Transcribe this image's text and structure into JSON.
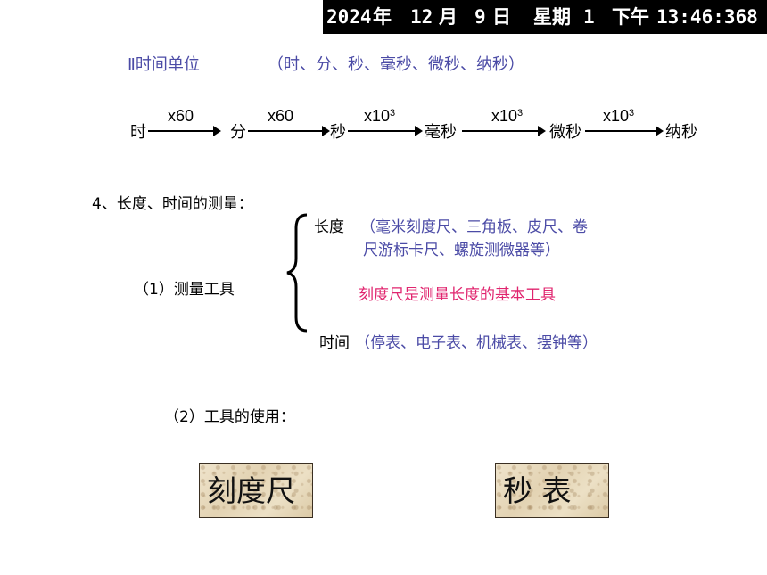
{
  "clock": {
    "year": "2024",
    "year_unit": "年",
    "month": "12",
    "month_unit": "月",
    "day": "9",
    "day_unit": "日",
    "weekday_label": "星期",
    "weekday": "1",
    "ampm": "下午",
    "time": "13:46:368"
  },
  "section_time_unit": {
    "title": "Ⅱ时间单位",
    "units_list": "（时、分、秒、毫秒、微秒、纳秒）"
  },
  "conversion_chain": {
    "units": [
      "时",
      "分",
      "秒",
      "毫秒",
      "微秒",
      "纳秒"
    ],
    "factors": [
      {
        "base": "x60",
        "exp": ""
      },
      {
        "base": "x60",
        "exp": ""
      },
      {
        "base": "x10",
        "exp": "3"
      },
      {
        "base": "x10",
        "exp": "3"
      },
      {
        "base": "x10",
        "exp": "3"
      }
    ]
  },
  "measurement": {
    "heading": "4、长度、时间的测量：",
    "tools_label": "（1）测量工具",
    "length_label": "长度",
    "length_tools_line1": "（毫米刻度尺、三角板、皮尺、卷",
    "length_tools_line2": "尺游标卡尺、螺旋测微器等）",
    "basic_tool_note": "刻度尺是测量长度的基本工具",
    "time_label": "时间",
    "time_tools": "（停表、电子表、机械表、摆钟等）",
    "usage_label": "（2）工具的使用："
  },
  "tool_buttons": {
    "ruler": "刻度尺",
    "stopwatch": "秒 表"
  },
  "colors": {
    "blue_text": "#4b4ba6",
    "pink_text": "#e0246e",
    "clock_bg": "#000000"
  }
}
